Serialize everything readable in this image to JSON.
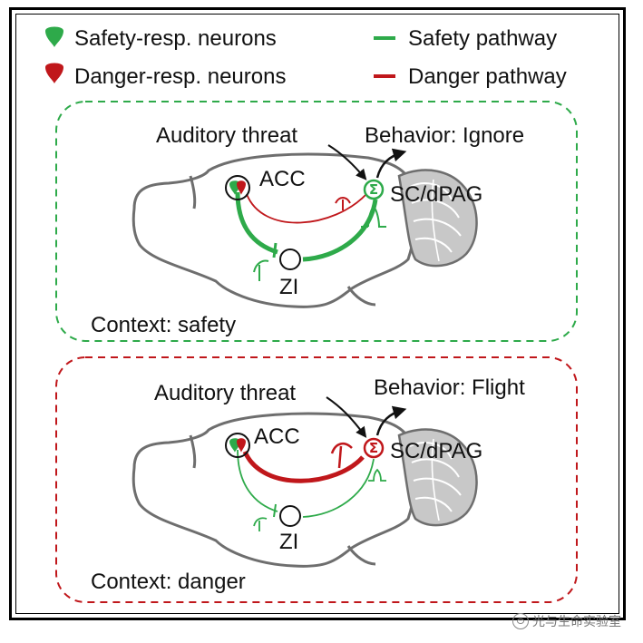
{
  "legend": {
    "safety_neurons": "Safety-resp. neurons",
    "danger_neurons": "Danger-resp. neurons",
    "safety_pathway": "Safety pathway",
    "danger_pathway": "Danger pathway"
  },
  "colors": {
    "safety": "#2eaa4a",
    "danger": "#c0171b",
    "brain_outline": "#6e6e6e",
    "cerebellum": "#c8c8c8"
  },
  "panels": [
    {
      "id": "safety",
      "stimulus": "Auditory threat",
      "behavior": "Behavior: Ignore",
      "context": "Context: safety",
      "region_acc": "ACC",
      "region_zi": "ZI",
      "region_sc": "SC/dPAG",
      "integrator": "Σ",
      "dominant_pathway": "safety"
    },
    {
      "id": "danger",
      "stimulus": "Auditory threat",
      "behavior": "Behavior: Flight",
      "context": "Context: danger",
      "region_acc": "ACC",
      "region_zi": "ZI",
      "region_sc": "SC/dPAG",
      "integrator": "Σ",
      "dominant_pathway": "danger"
    }
  ],
  "watermark": "光与生命实验室"
}
